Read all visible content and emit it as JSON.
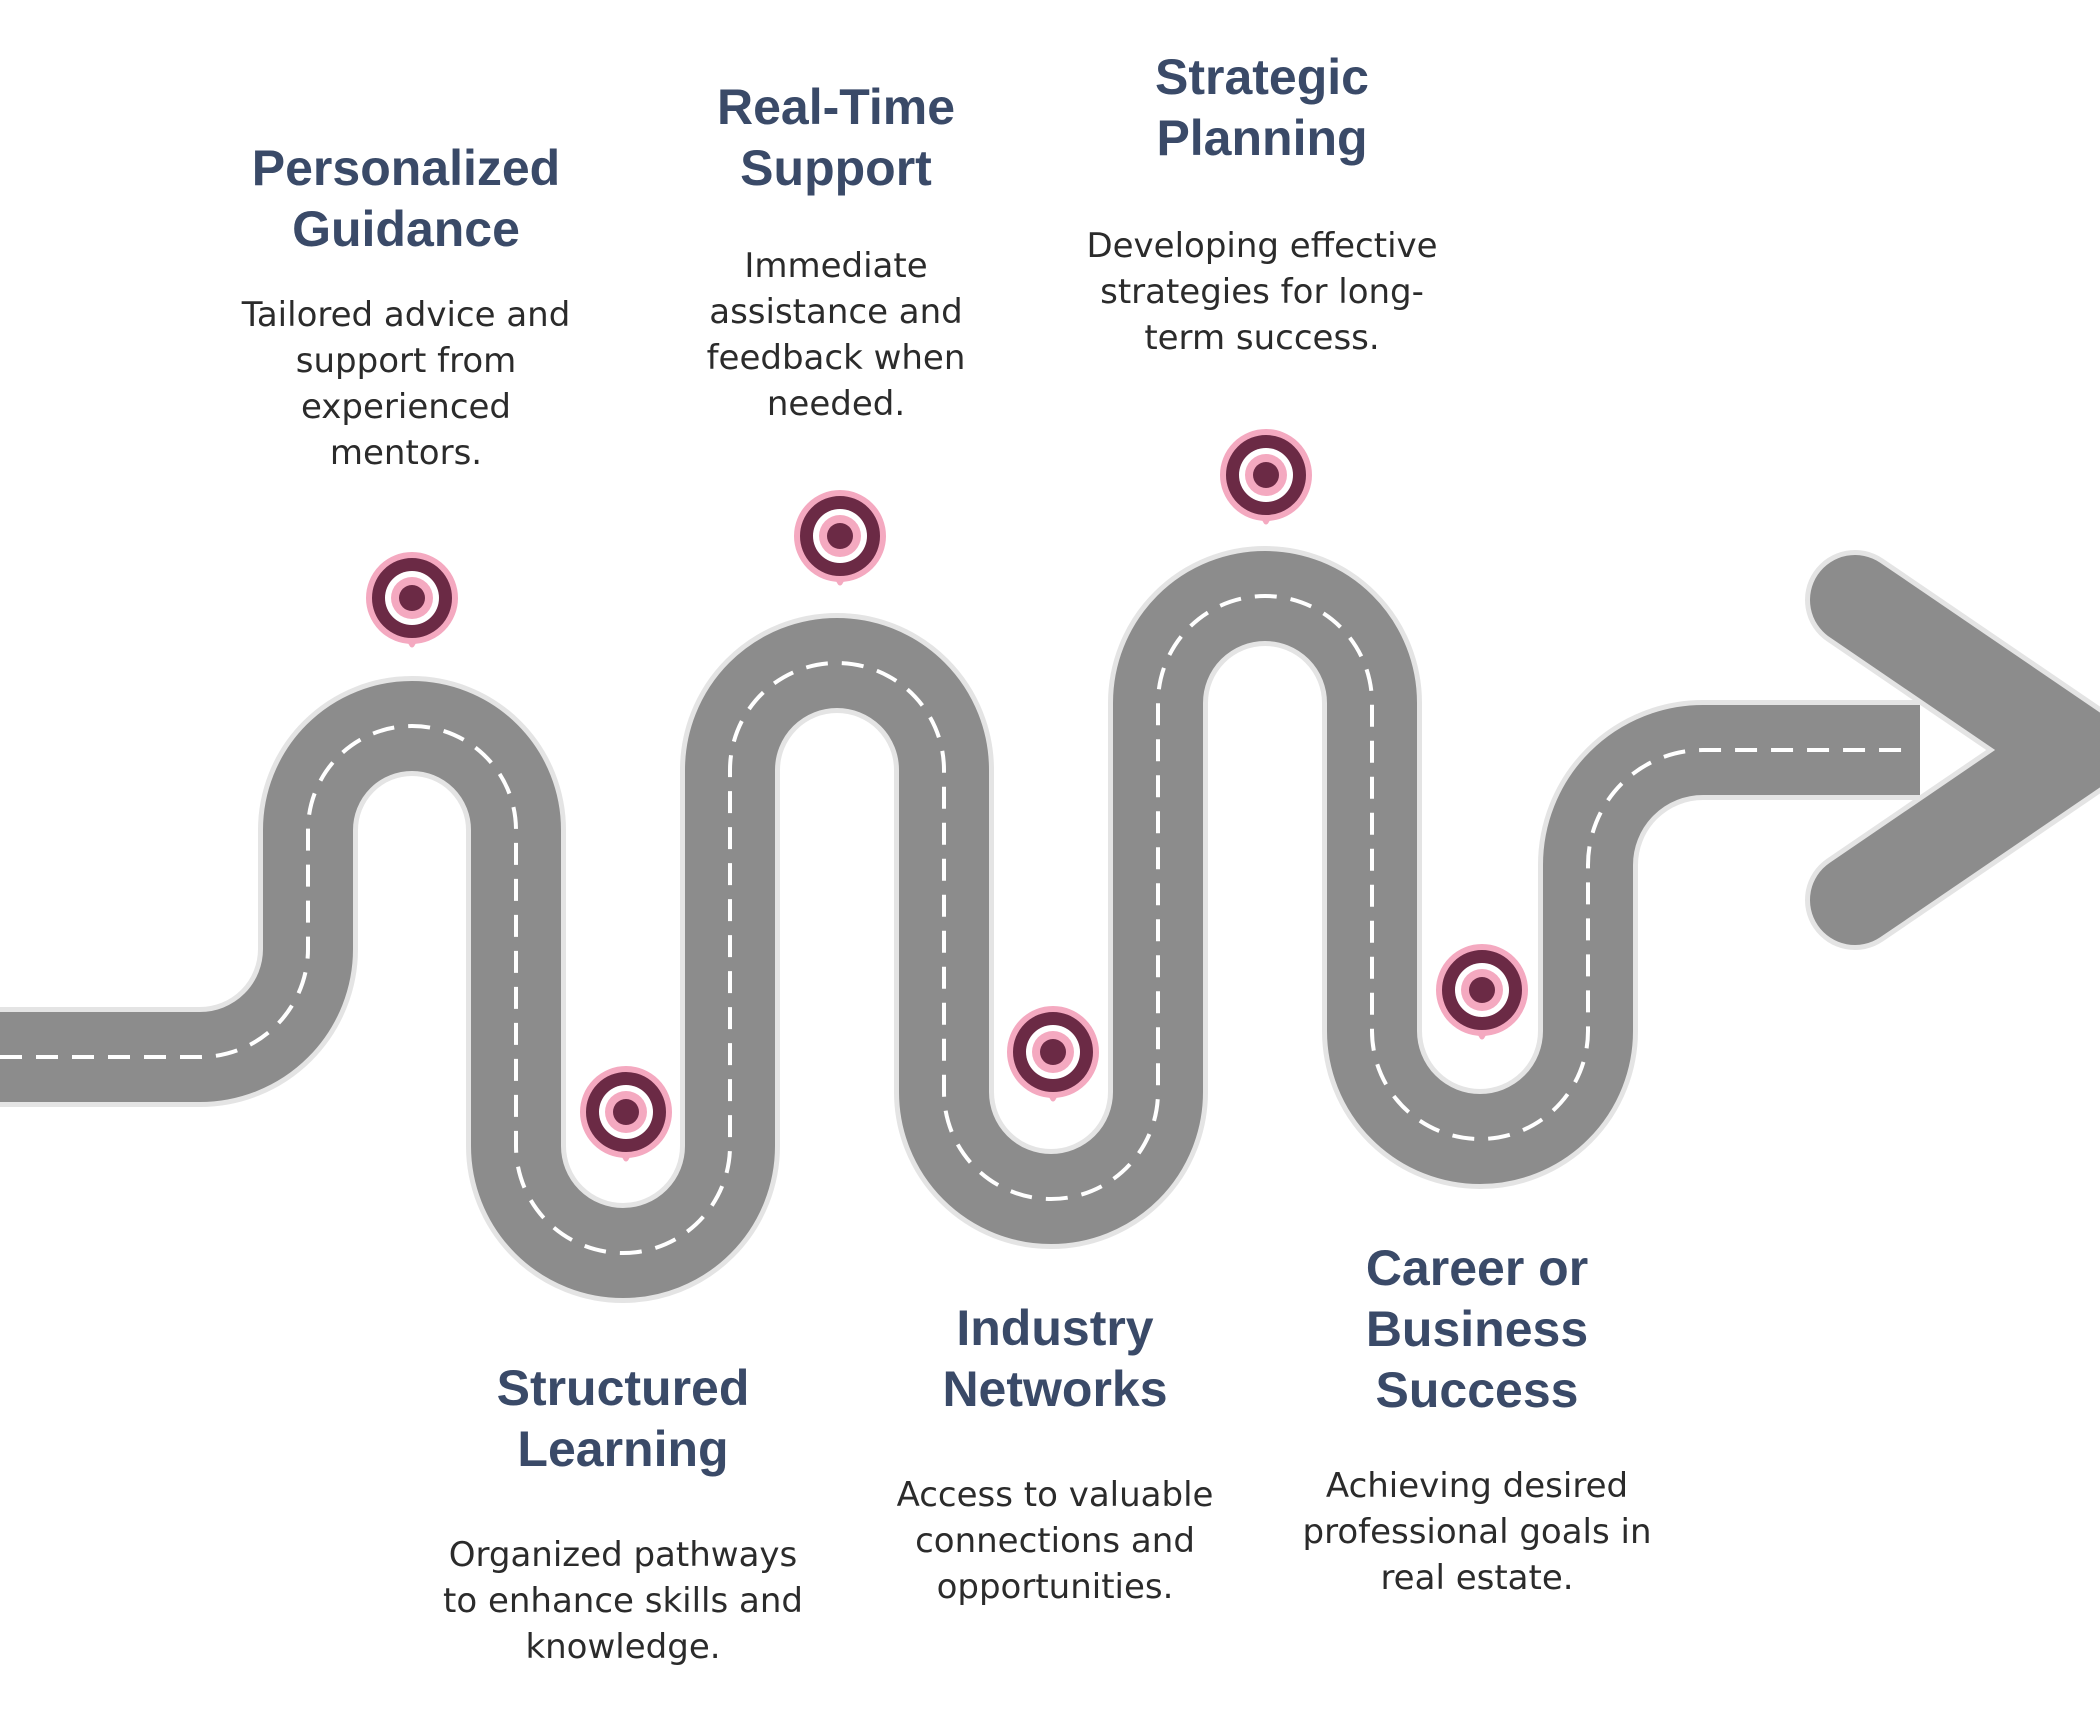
{
  "milestones": [
    {
      "title": "Personalized Guidance",
      "description": "Tailored advice and support from experienced mentors."
    },
    {
      "title": "Structured Learning",
      "description": "Organized pathways to enhance skills and knowledge."
    },
    {
      "title": "Real-Time Support",
      "description": "Immediate assistance and feedback when needed."
    },
    {
      "title": "Industry Networks",
      "description": "Access to valuable connections and opportunities."
    },
    {
      "title": "Strategic Planning",
      "description": "Developing effective strategies for long-term success."
    },
    {
      "title": "Career or Business Success",
      "description": "Achieving desired professional goals in real estate."
    }
  ],
  "colors": {
    "road": "#8c8c8c",
    "road_outline": "#e4e4e4",
    "lane_marking": "#ffffff",
    "pin_body": "#6b2a45",
    "pin_outline": "#f4a9c0",
    "title": "#3a4a68",
    "description": "#2b2b2b"
  },
  "icons": {
    "pin": "map-pin-icon",
    "arrow": "arrow-right-icon"
  }
}
